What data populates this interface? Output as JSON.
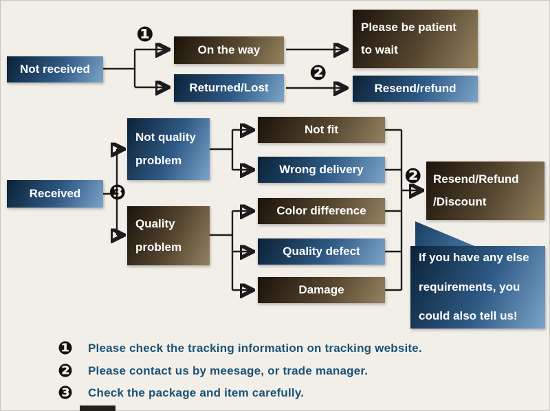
{
  "colors": {
    "background": "#f2efe9",
    "blue_dark": "#0b2237",
    "blue_mid": "#2f5a85",
    "blue_light": "#7ca4c8",
    "brown_dark": "#1b130b",
    "brown_mid": "#55462f",
    "brown_light": "#93825f",
    "line": "#1c1c1c",
    "box_text": "#ffffff",
    "legend_text": "#1a5276",
    "marker": "#111111"
  },
  "flow": {
    "not_received": {
      "label": "Not received"
    },
    "on_the_way": {
      "label": "On the way"
    },
    "returned_lost": {
      "label": "Returned/Lost"
    },
    "be_patient": {
      "lines": [
        "Please be patient",
        "to wait"
      ]
    },
    "resend_refund": {
      "label": "Resend/refund"
    },
    "received": {
      "label": "Received"
    },
    "not_quality_problem": {
      "lines": [
        "Not quality",
        "problem"
      ]
    },
    "quality_problem": {
      "lines": [
        "Quality",
        "problem"
      ]
    },
    "not_fit": {
      "label": "Not fit"
    },
    "wrong_delivery": {
      "label": "Wrong delivery"
    },
    "color_difference": {
      "label": "Color difference"
    },
    "quality_defect": {
      "label": "Quality defect"
    },
    "damage": {
      "label": "Damage"
    },
    "resend_refund_discount": {
      "lines": [
        "Resend/Refund",
        "/Discount"
      ]
    },
    "bubble": {
      "lines": [
        "If you have any else",
        "requirements, you",
        "could also tell us!"
      ]
    }
  },
  "markers": {
    "one": "❶",
    "two": "❷",
    "three": "❸"
  },
  "legend": {
    "items": [
      {
        "marker": "❶",
        "text": "Please check the tracking information on tracking website."
      },
      {
        "marker": "❷",
        "text": "Please contact us by meesage, or trade manager."
      },
      {
        "marker": "❸",
        "text": "Check the package and item carefully."
      }
    ]
  }
}
